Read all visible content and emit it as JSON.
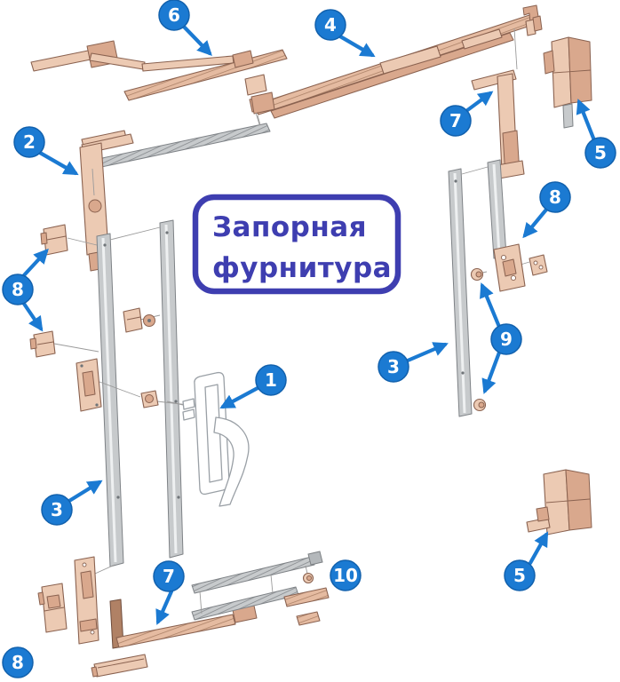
{
  "diagram": {
    "title": {
      "line1": "Запорная",
      "line2": "фурнитура"
    },
    "callouts": [
      {
        "label": "6"
      },
      {
        "label": "4"
      },
      {
        "label": "2"
      },
      {
        "label": "7"
      },
      {
        "label": "5"
      },
      {
        "label": "8"
      },
      {
        "label": "8"
      },
      {
        "label": "1"
      },
      {
        "label": "3"
      },
      {
        "label": "9"
      },
      {
        "label": "3"
      },
      {
        "label": "7"
      },
      {
        "label": "10"
      },
      {
        "label": "5"
      },
      {
        "label": "8"
      }
    ],
    "colors": {
      "callout_blue": "#1b7ad2",
      "title_blue": "#3e3eb0",
      "hardware_beige": "#eccab3",
      "hardware_beige_dark": "#d9a88d",
      "rail_gray": "#c7cacc",
      "background": "#ffffff"
    }
  }
}
